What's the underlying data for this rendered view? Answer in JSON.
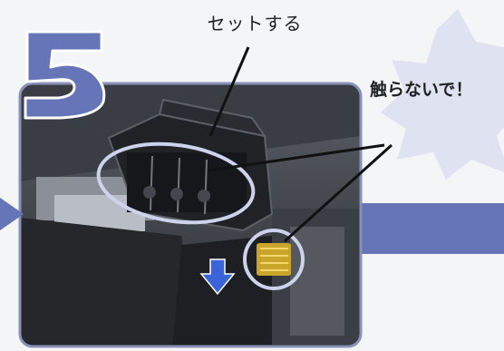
{
  "step": {
    "number": "5"
  },
  "callouts": {
    "set_label": "セットする",
    "warning_label": "触らないで！"
  },
  "colors": {
    "accent": "#6674b8",
    "accent_light": "#cdd3ea",
    "burst": "#dfe2f1"
  },
  "icons": {
    "next_arrow": "right-arrow-icon",
    "insert_arrow": "down-arrow-icon"
  }
}
